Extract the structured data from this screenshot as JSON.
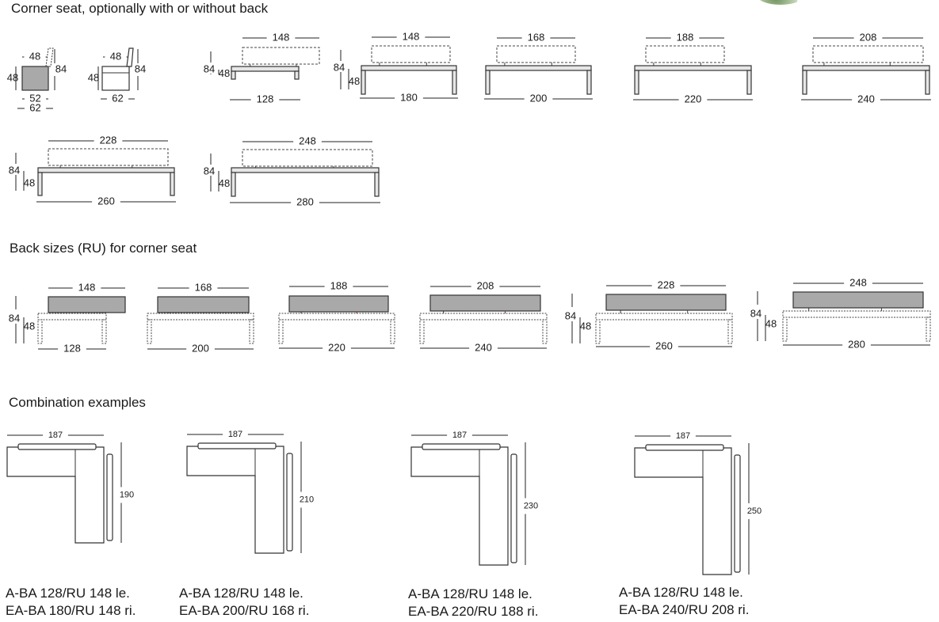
{
  "headings": {
    "corner_seat": "Corner seat, optionally with or without back",
    "back_sizes": "Back sizes (RU) for corner seat",
    "combinations": "Combination examples"
  },
  "colors": {
    "seat": "#a9a9a9",
    "line": "#333333",
    "dashed": "#444444",
    "dim": "#222222"
  },
  "corner_modules": [
    {
      "kind": "side-block",
      "top_width": "48",
      "height_total": "84",
      "height_seat": "48",
      "depth_inner": "52",
      "depth_outer": "62"
    },
    {
      "kind": "side-open",
      "top_width": "48",
      "height_total": "84",
      "height_seat": "48",
      "depth_outer": "62"
    }
  ],
  "corner_seats": [
    {
      "back": "148",
      "seat": "128",
      "height_total": "84",
      "height_seat": "48"
    },
    {
      "back": "148",
      "seat": "180",
      "height_total": "84",
      "height_seat": "48"
    },
    {
      "back": "168",
      "seat": "200"
    },
    {
      "back": "188",
      "seat": "220"
    },
    {
      "back": "208",
      "seat": "240"
    },
    {
      "back": "228",
      "seat": "260",
      "height_total": "84",
      "height_seat": "48"
    },
    {
      "back": "248",
      "seat": "280",
      "height_total": "84",
      "height_seat": "48"
    }
  ],
  "back_sizes": [
    {
      "back": "148",
      "seat": "128",
      "height_total": "84",
      "height_seat": "48"
    },
    {
      "back": "168",
      "seat": "200"
    },
    {
      "back": "188",
      "seat": "220"
    },
    {
      "back": "208",
      "seat": "240"
    },
    {
      "back": "228",
      "seat": "260",
      "height_total": "84",
      "height_seat": "48"
    },
    {
      "back": "248",
      "seat": "280",
      "height_total": "84",
      "height_seat": "48"
    }
  ],
  "combinations": [
    {
      "width": "187",
      "depth": "190",
      "line1": "A-BA 128/RU 148 le.",
      "line2": "EA-BA 180/RU 148 ri."
    },
    {
      "width": "187",
      "depth": "210",
      "line1": "A-BA 128/RU 148 le.",
      "line2": "EA-BA 200/RU 168 ri."
    },
    {
      "width": "187",
      "depth": "230",
      "line1": "A-BA 128/RU 148 le.",
      "line2": "EA-BA 220/RU 188 ri."
    },
    {
      "width": "187",
      "depth": "250",
      "line1": "A-BA 128/RU 148 le.",
      "line2": "EA-BA 240/RU 208 ri."
    }
  ]
}
